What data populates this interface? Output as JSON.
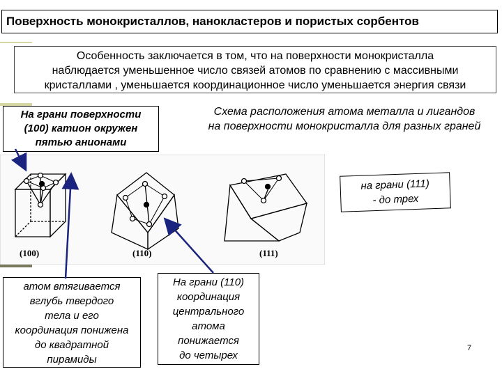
{
  "title": "Поверхность монокристаллов, нанокластеров и пористых сорбентов",
  "intro": {
    "line1": "Особенность заключается в том, что на поверхности монокристалла",
    "line2": "наблюдается  уменьшенное число связей атомов по сравнению с массивными",
    "line3": "кристаллами , уменьшается координационное число уменьшается энергия связи"
  },
  "callout_100_top": {
    "line1": "На грани поверхности",
    "line2": "(100) катион окружен",
    "line3": "пятью анионами"
  },
  "scheme_title": {
    "line1": "Схема расположения атома металла и лигандов",
    "line2": "на поверхности монокристалла для разных граней"
  },
  "callout_111": {
    "line1": "на грани (111)",
    "line2": "- до трех"
  },
  "callout_100_bottom": {
    "line1": "атом втягивается",
    "line2": "вглубь твердого",
    "line3": "тела и его",
    "line4": "координация понижена",
    "line5": "до квадратной",
    "line6": "пирамиды"
  },
  "callout_110": {
    "line1": "На грани (110)",
    "line2": "координация",
    "line3": "центрального",
    "line4": "атома",
    "line5": "понижается",
    "line6": "до четырех"
  },
  "diagram_labels": {
    "face_100": "(100)",
    "face_110": "(110)",
    "face_111": "(111)"
  },
  "page_number": "7",
  "colors": {
    "left_bar": "#d6d6a3",
    "left_bar_dark": "#7a7a5e",
    "arrow": "#1a237e"
  }
}
